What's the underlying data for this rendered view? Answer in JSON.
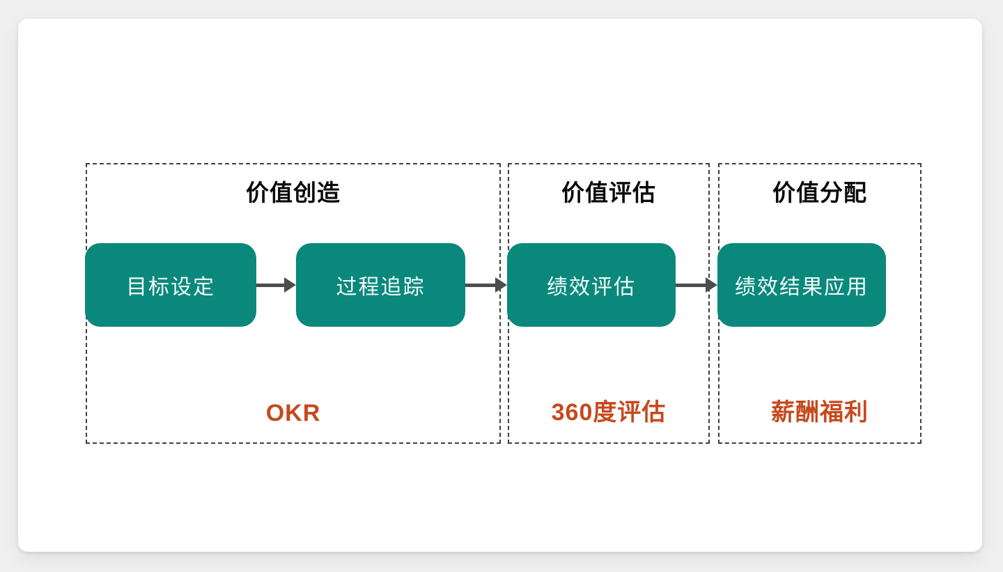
{
  "colors": {
    "teal": "#0b887c",
    "orange": "#c6491e",
    "arrow": "#4d4d4d",
    "border": "#3f3f3f",
    "title": "#0a0a0a",
    "card": "#ffffff",
    "page_bg": "#f0f0f1"
  },
  "diagram": {
    "sections": [
      {
        "title": "价值创造",
        "tool": "OKR",
        "boxes": [
          "目标设定",
          "过程追踪"
        ]
      },
      {
        "title": "价值评估",
        "tool": "360度评估",
        "boxes": [
          "绩效评估"
        ]
      },
      {
        "title": "价值分配",
        "tool": "薪酬福利",
        "boxes": [
          "绩效结果应用"
        ]
      }
    ]
  }
}
